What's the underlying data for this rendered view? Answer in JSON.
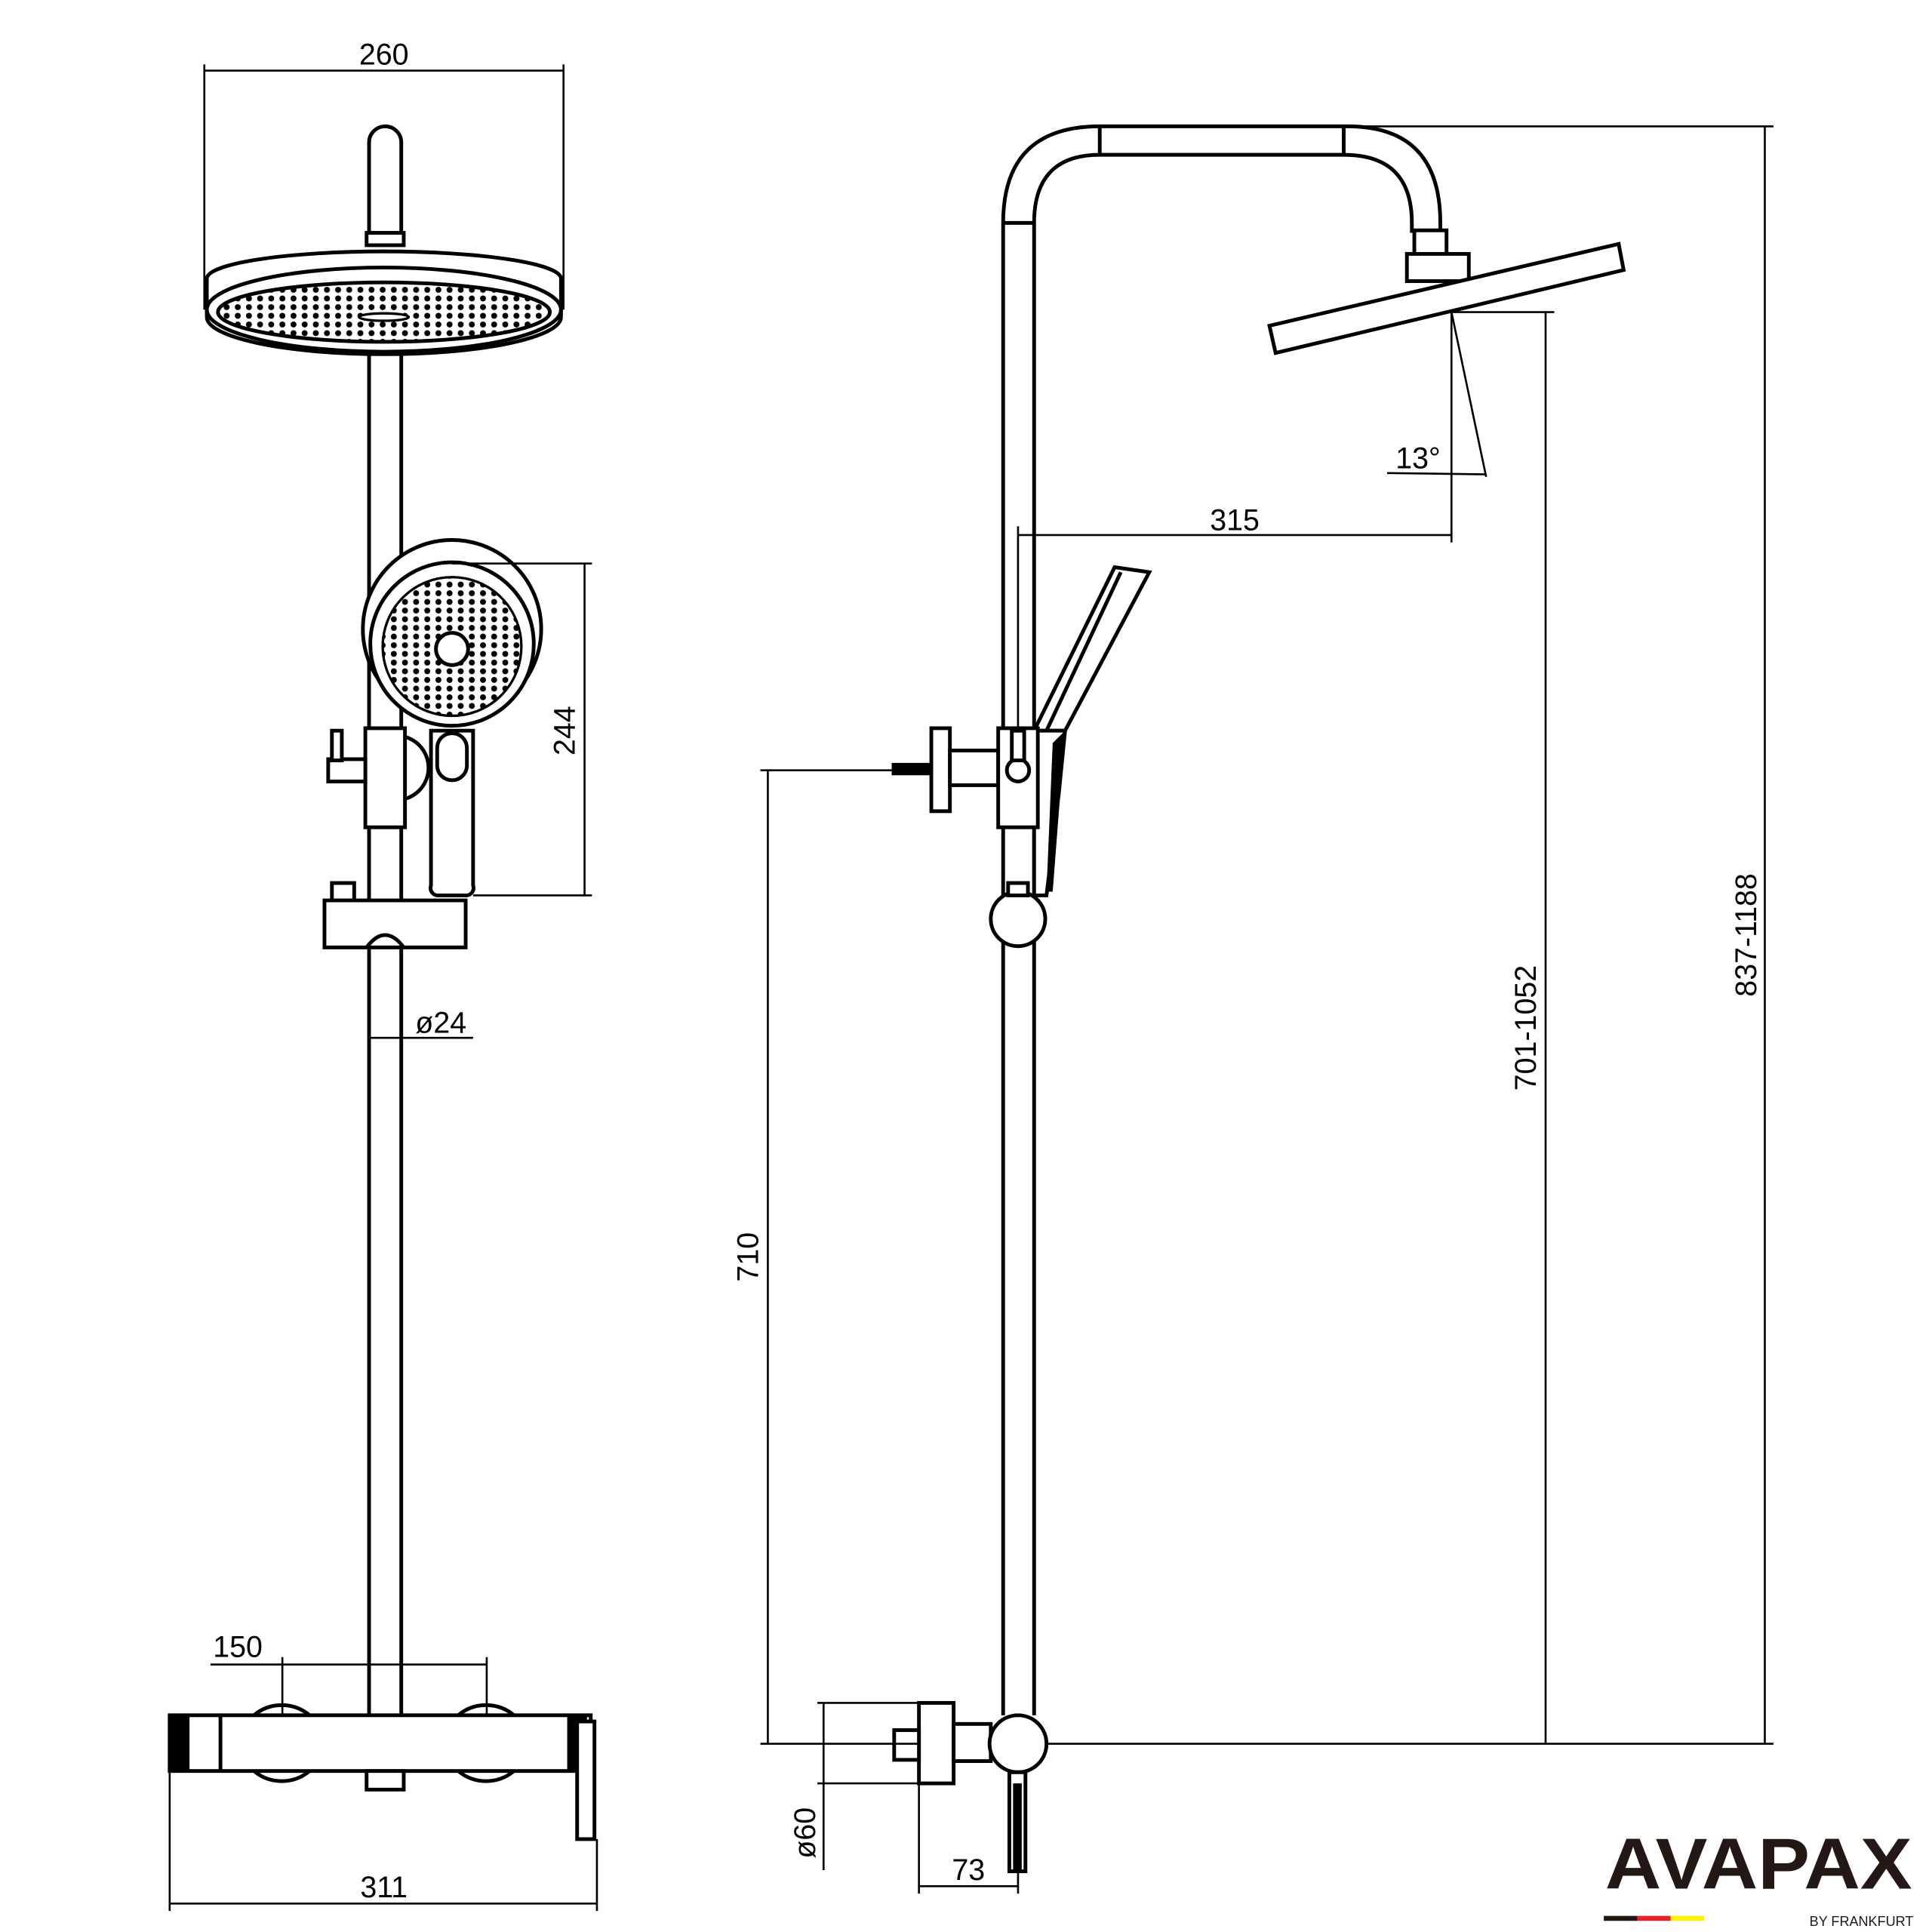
{
  "dimensions": {
    "rain_head_width": "260",
    "hand_shower_height": "244",
    "rail_diameter": "ø24",
    "connector_spacing": "150",
    "mixer_width": "311",
    "arm_reach": "315",
    "head_tilt": "13°",
    "mixer_to_bracket": "710",
    "mixer_to_head": "701-1052",
    "total_height": "837-1188",
    "connector_diameter": "ø60",
    "wall_offset": "73"
  },
  "logo": {
    "brand": "AVAPAX",
    "tagline": "BY FRANKFURT",
    "colors": [
      "#231815",
      "#e8202a",
      "#fff200"
    ]
  }
}
